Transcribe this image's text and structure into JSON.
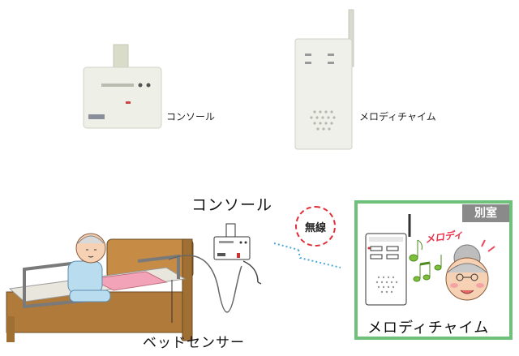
{
  "products": {
    "console_label": "コンソール",
    "chime_label": "メロディチャイム"
  },
  "diagram": {
    "console_label": "コンソール",
    "wireless_label": "無線",
    "room_label": "別室",
    "melody_label": "メロディ",
    "chime_label": "メロディチャイム",
    "sensor_label": "ベッドセンサー"
  },
  "colors": {
    "frame_green": "#6fc07a",
    "wireless_red": "#e0303a",
    "signal_blue": "#4aa8d8",
    "bed_brown": "#b07a3a",
    "mat_pink": "#f2a3b8",
    "note_green": "#7bbf3a"
  }
}
